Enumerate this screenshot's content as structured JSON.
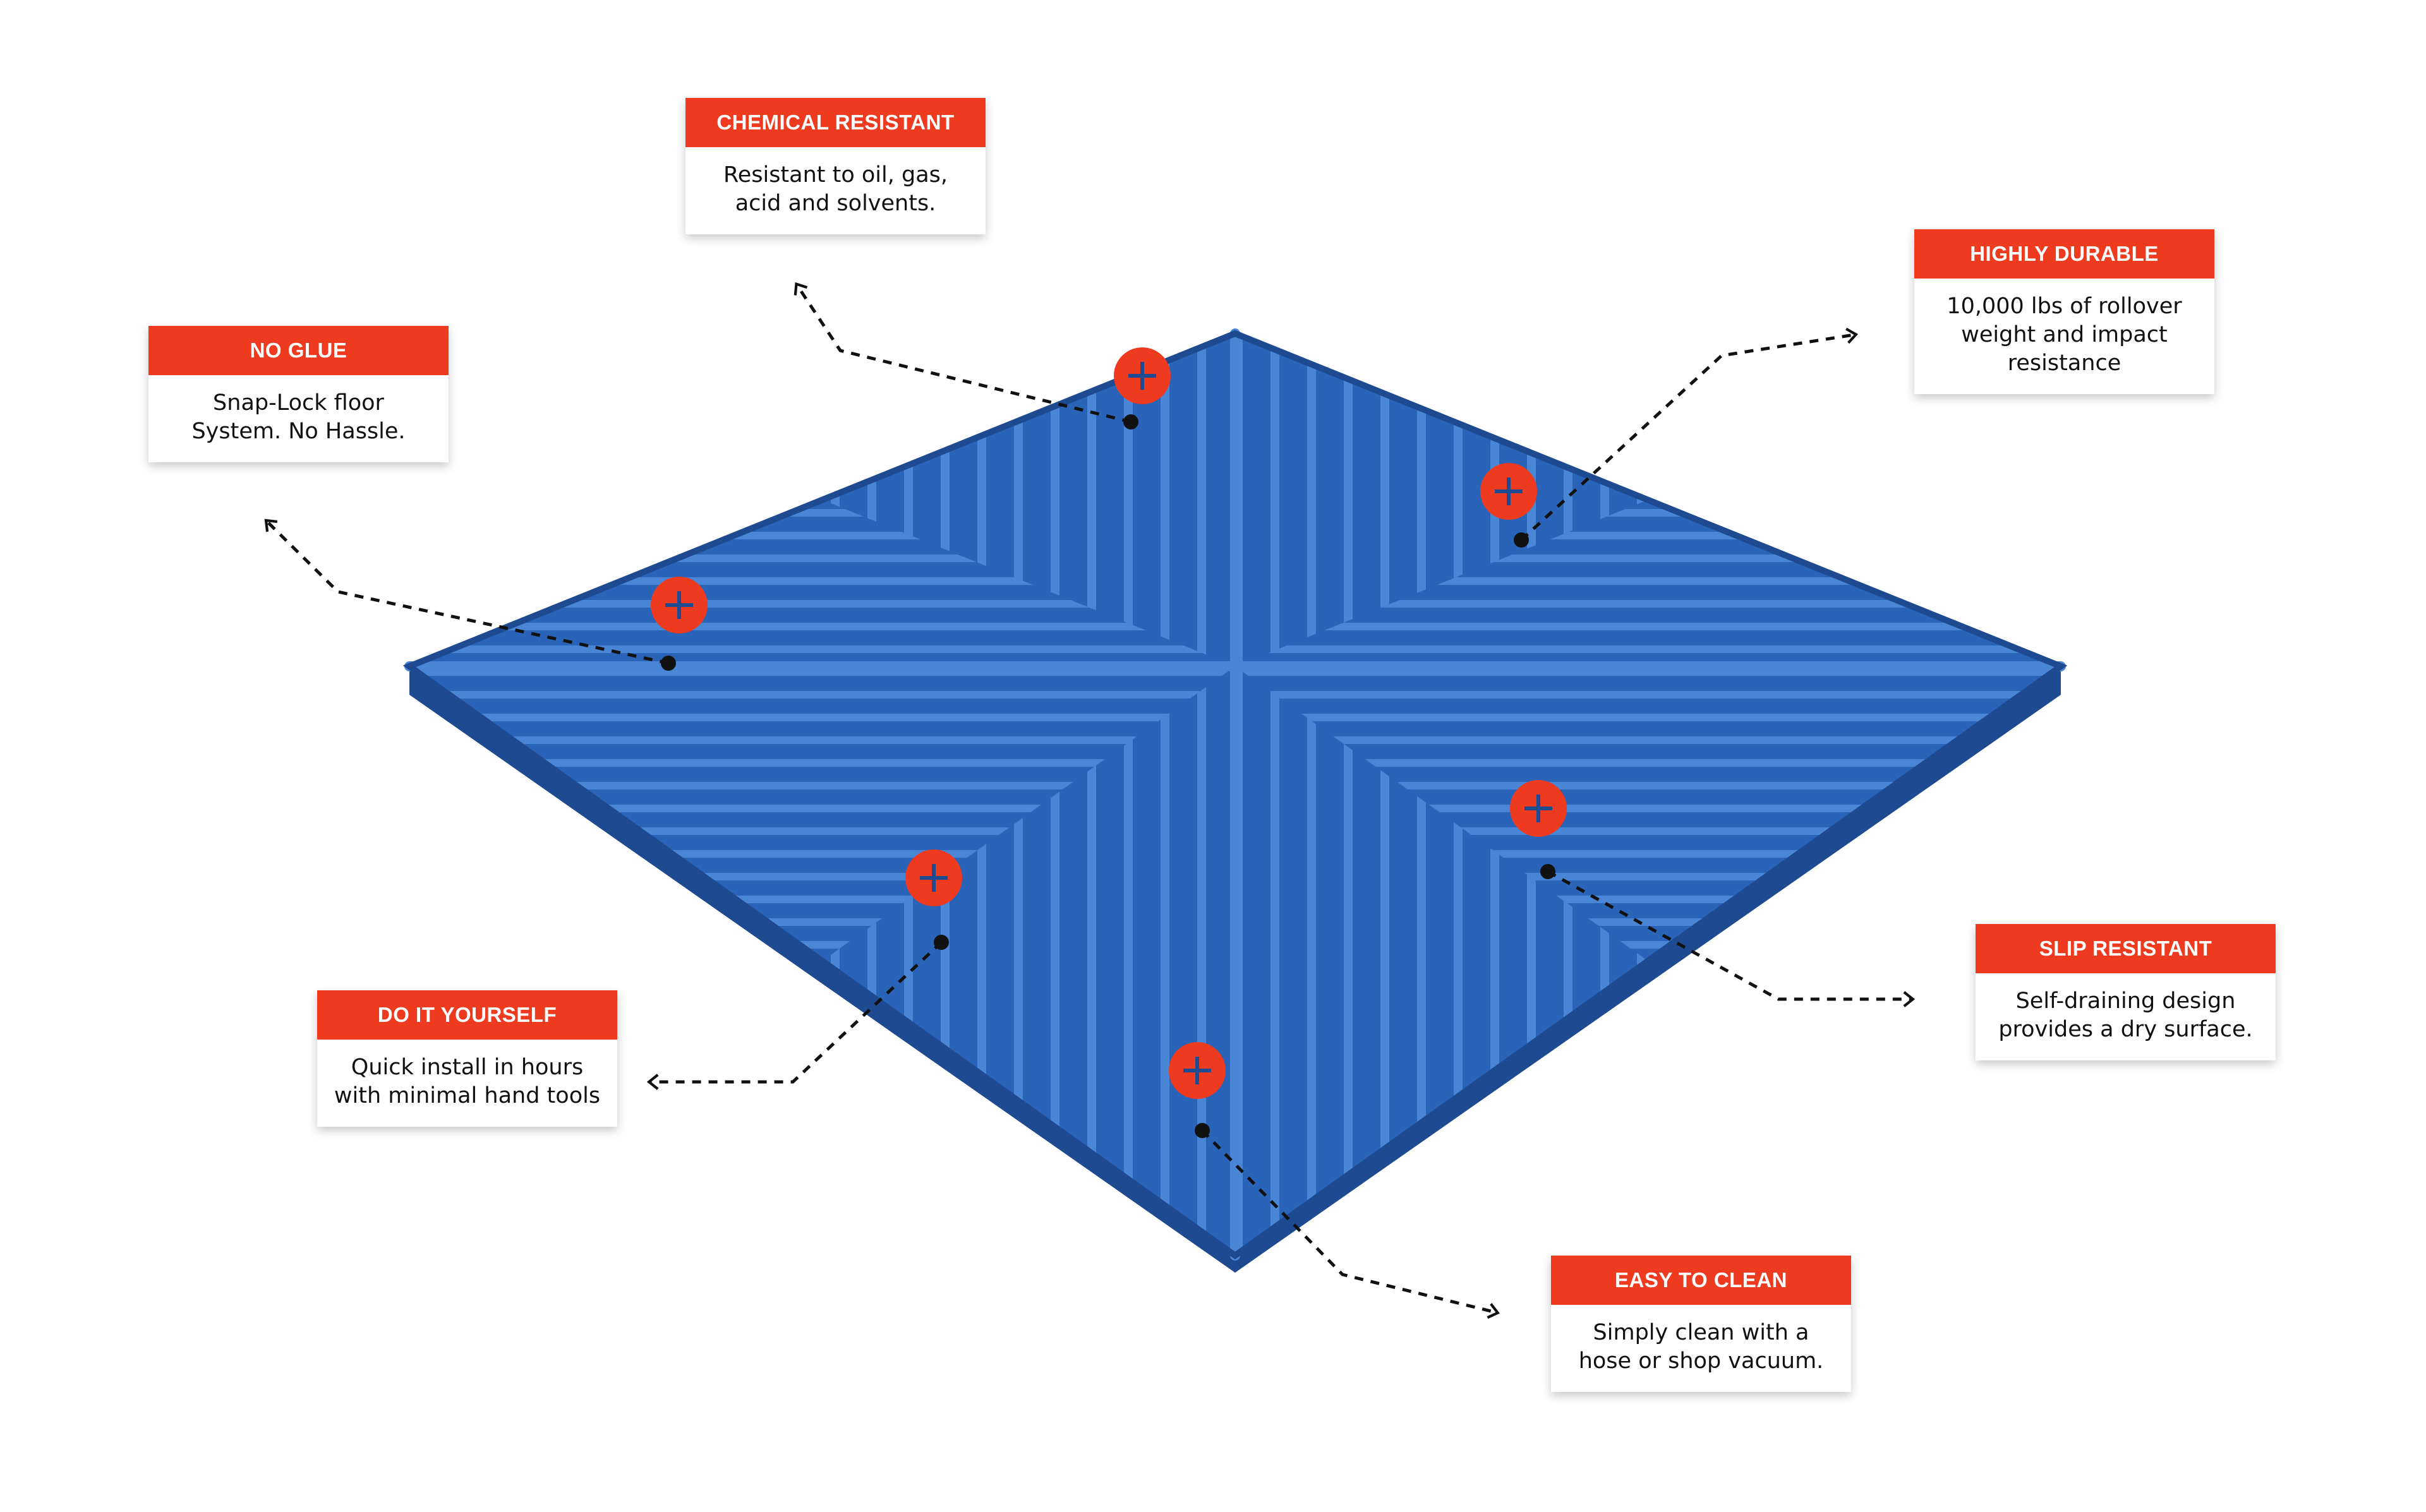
{
  "colors": {
    "accent": "#ee3a1f",
    "tile_blue": "#2a64b8",
    "tile_blue_dark": "#1d4a91",
    "tile_blue_light": "#4a86d6"
  },
  "product": {
    "icon": "floor-tile-image"
  },
  "features": [
    {
      "id": "chemical-resistant",
      "title": "CHEMICAL RESISTANT",
      "text": "Resistant to oil, gas, acid and solvents."
    },
    {
      "id": "highly-durable",
      "title": "HIGHLY DURABLE",
      "text": "10,000 lbs of rollover weight and impact resistance"
    },
    {
      "id": "no-glue",
      "title": "NO GLUE",
      "text": "Snap-Lock floor System. No Hassle."
    },
    {
      "id": "slip-resistant",
      "title": "SLIP RESISTANT",
      "text": "Self-draining design provides a dry surface."
    },
    {
      "id": "do-it-yourself",
      "title": "DO IT YOURSELF",
      "text": "Quick install in hours with minimal hand tools"
    },
    {
      "id": "easy-to-clean",
      "title": "EASY TO CLEAN",
      "text": "Simply clean with a hose or shop vacuum."
    }
  ]
}
